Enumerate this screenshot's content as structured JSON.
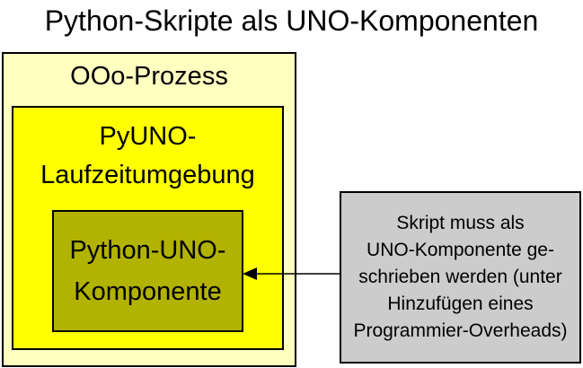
{
  "title": "Python-Skripte als UNO-Komponenten",
  "colors": {
    "outer_box_bg": "#FFFFC0",
    "runtime_box_bg": "#FFFF00",
    "component_box_bg": "#B2B200",
    "annotation_box_bg": "#CCCCCC",
    "border": "#000000",
    "arrow": "#000000"
  },
  "boxes": {
    "ooo_process": {
      "label": "OOo-Prozess"
    },
    "pyuno_runtime": {
      "line1": "PyUNO-",
      "line2": "Laufzeitumgebung"
    },
    "python_uno_component": {
      "line1": "Python-UNO-",
      "line2": "Komponente"
    },
    "annotation": {
      "line1": "Skript muss als",
      "line2": "UNO-Komponente ge-",
      "line3": "schrieben werden (unter",
      "line4": "Hinzufügen eines",
      "line5": "Programmier-Overheads)"
    }
  },
  "arrow": {
    "direction": "left",
    "from": "annotation-box",
    "to": "python-uno-component-box"
  }
}
